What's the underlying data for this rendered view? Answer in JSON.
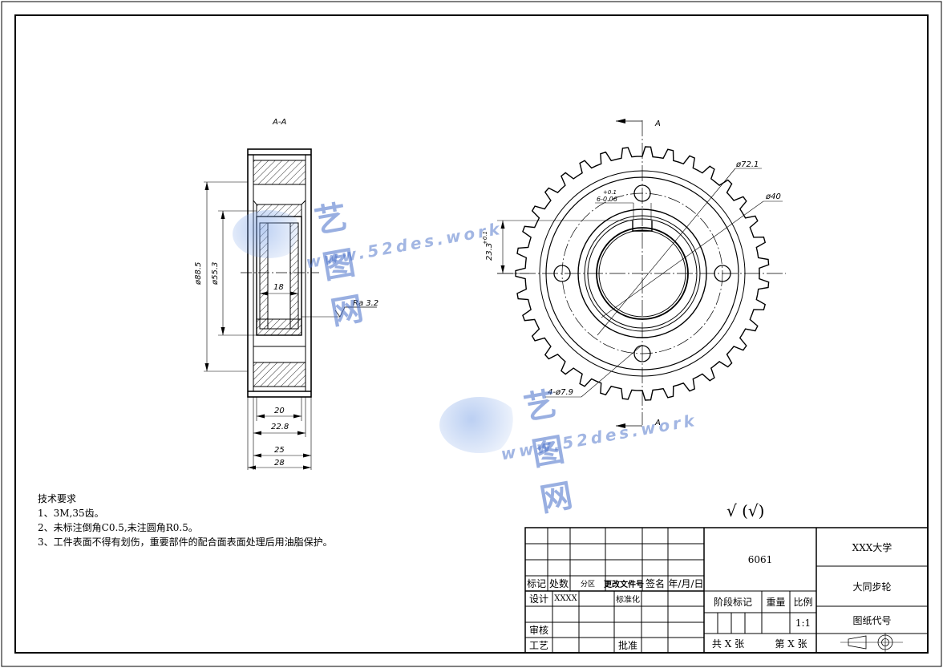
{
  "section_label": "A-A",
  "cut_label": "A",
  "dims": {
    "od_tooth": "ø88.5",
    "od_bore": "ø55.3",
    "width_inner": "18",
    "w20": "20",
    "w22_8": "22.8",
    "w25": "25",
    "w28": "28",
    "roughness": "Ra 3.2",
    "d72": "ø72.1",
    "d40": "ø40",
    "key_width": "6-0.06",
    "key_width_tol": "+0.1",
    "key_depth": "23.3",
    "key_depth_tol": "+0.1",
    "holes": "4-ø7.9"
  },
  "surface_symbol": "√ (√)",
  "notes": [
    "技术要求",
    "1、3M,35齿。",
    "2、未标注倒角C0.5,未注圆角R0.5。",
    "3、工件表面不得有划伤，重要部件的配合面表面处理后用油脂保护。"
  ],
  "title_block": {
    "material": "6061",
    "school": "XXX大学",
    "part_name": "大同步轮",
    "drawing_no_label": "图纸代号",
    "h_mark": "标记",
    "h_count": "处数",
    "h_zone": "分区",
    "h_doc": "更改文件号",
    "h_sign": "签名",
    "h_date": "年/月/日",
    "design": "设计",
    "designer": "XXXX",
    "standard": "标准化",
    "stage": "阶段标记",
    "weight": "重量",
    "scale_label": "比例",
    "scale": "1:1",
    "review": "审核",
    "process": "工艺",
    "approve": "批准",
    "total": "共 X 张",
    "sheet": "第 X 张"
  },
  "watermark": {
    "zh": "艺图网",
    "url": "www.52des.work"
  }
}
